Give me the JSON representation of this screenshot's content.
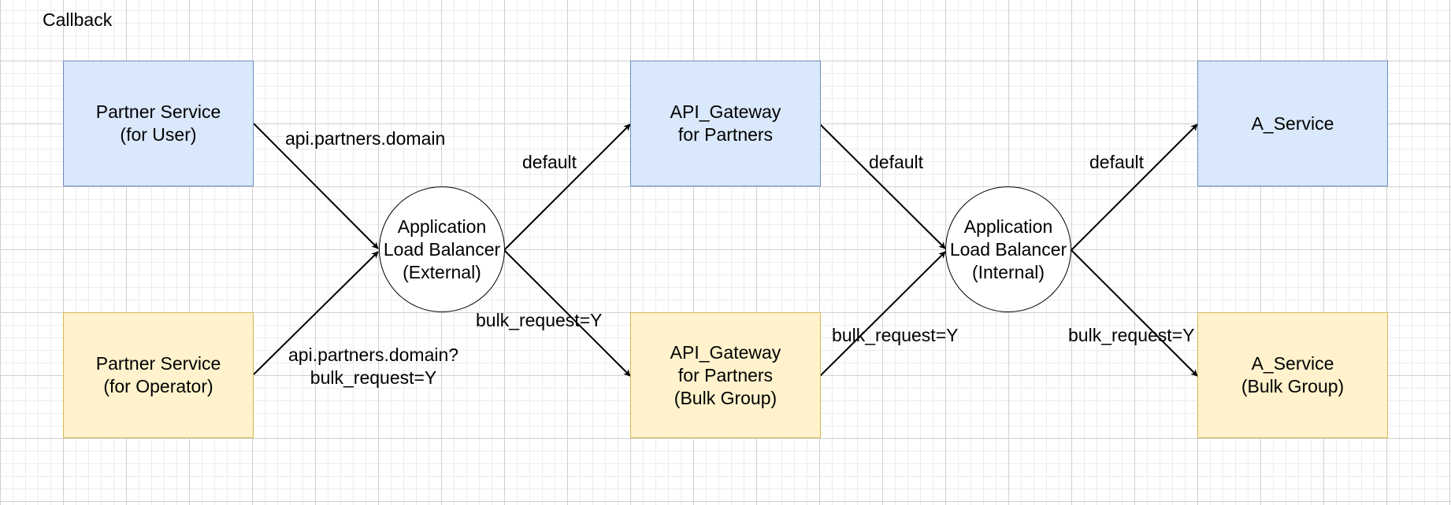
{
  "title": "Callback",
  "nodes": {
    "partner_user": "Partner Service\n(for User)",
    "partner_operator": "Partner Service\n(for Operator)",
    "alb_external": "Application\nLoad Balancer\n(External)",
    "api_gateway": "API_Gateway\nfor Partners",
    "api_gateway_bulk": "API_Gateway\nfor Partners\n(Bulk Group)",
    "alb_internal": "Application\nLoad Balancer\n(Internal)",
    "a_service": "A_Service",
    "a_service_bulk": "A_Service\n(Bulk Group)"
  },
  "edge_labels": {
    "user_to_alb": "api.partners.domain",
    "operator_to_alb": "api.partners.domain?\nbulk_request=Y",
    "alb_ext_default": "default",
    "alb_ext_bulk": "bulk_request=Y",
    "gw_default": "default",
    "gw_bulk": "bulk_request=Y",
    "alb_int_default": "default",
    "alb_int_bulk": "bulk_request=Y"
  },
  "colors": {
    "blue_fill": "#dae8fc",
    "blue_stroke": "#6c8ebf",
    "yellow_fill": "#fff2cc",
    "yellow_stroke": "#d6b656"
  }
}
